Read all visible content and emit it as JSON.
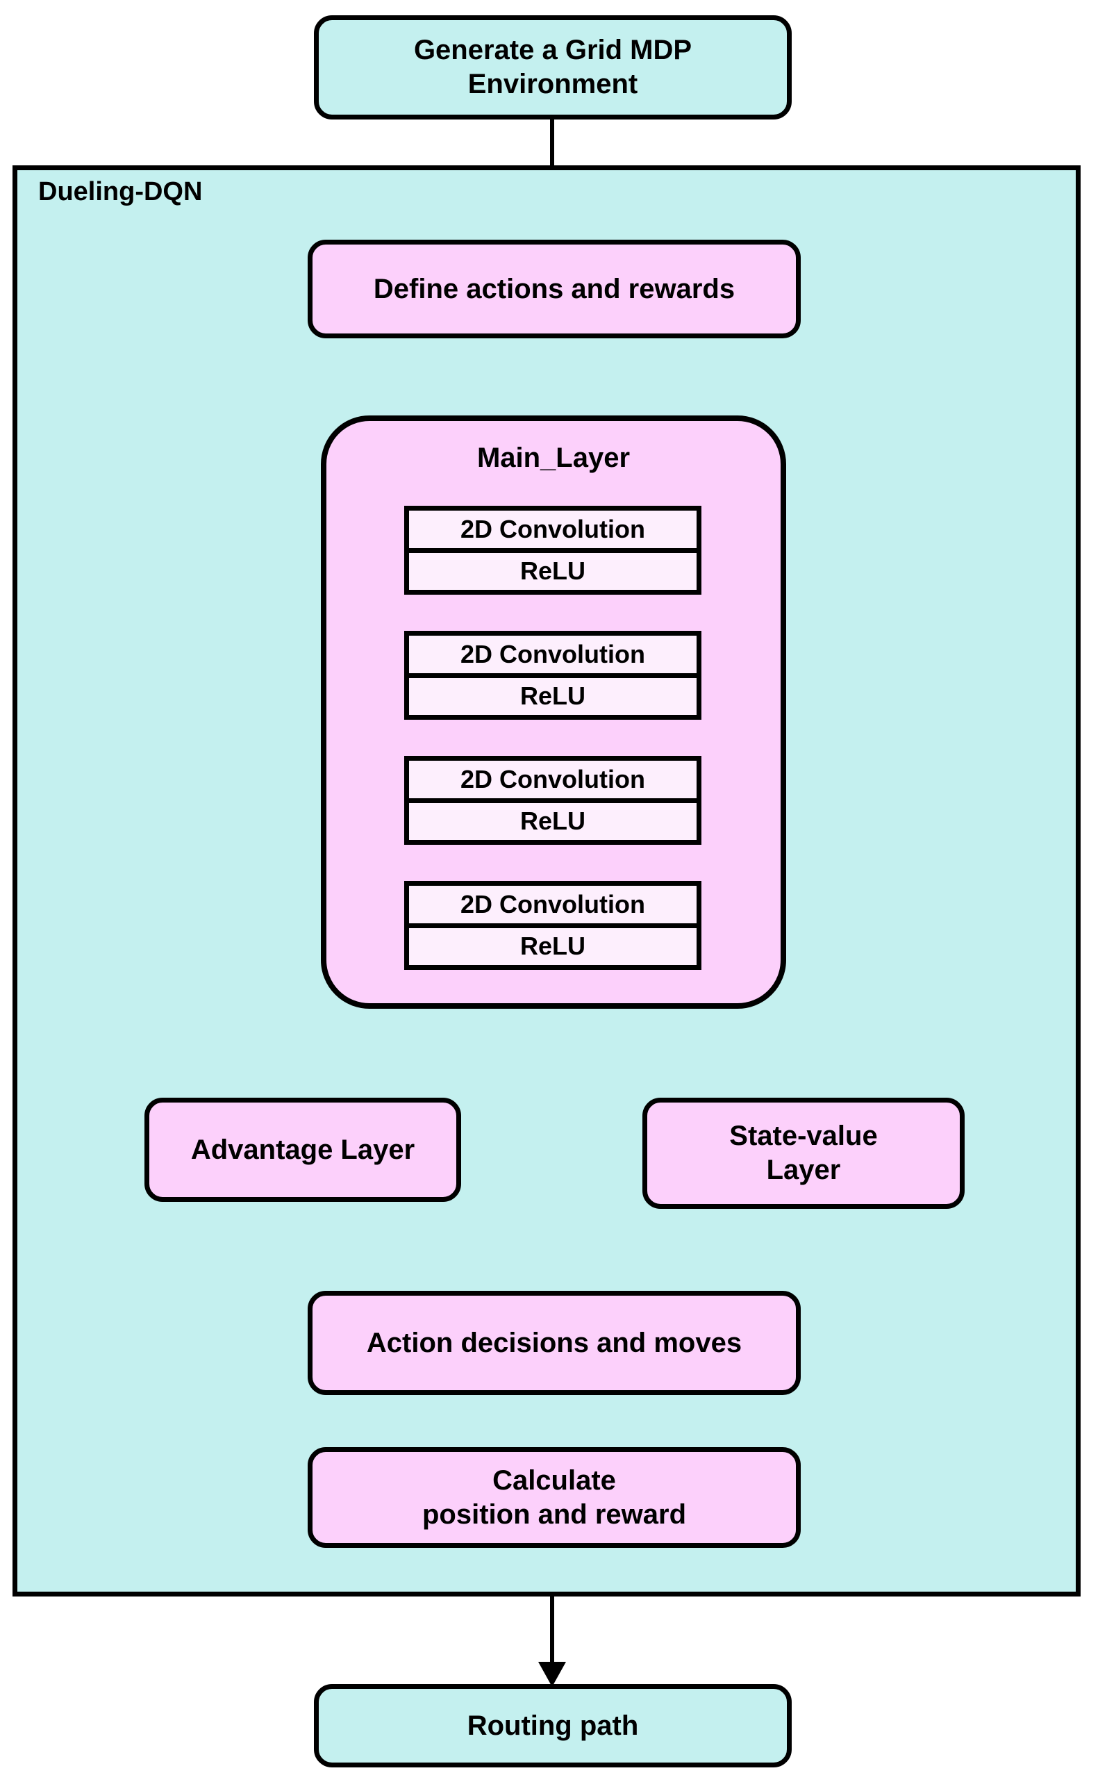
{
  "diagram": {
    "title": "Dueling-DQN routing flowchart",
    "colors": {
      "teal_fill": "#c4f0ef",
      "pink_fill": "#fcd0fb",
      "conv_fill": "#fdeffd",
      "stroke": "#000000",
      "page_background": "#ffffff"
    },
    "container": {
      "label": "Dueling-DQN"
    },
    "nodes": {
      "start": {
        "label_line1": "Generate a Grid MDP",
        "label_line2": "Environment"
      },
      "define": {
        "label": "Define actions and rewards"
      },
      "main_layer": {
        "title": "Main_Layer",
        "blocks": [
          {
            "conv": "2D Convolution",
            "activation": "ReLU"
          },
          {
            "conv": "2D Convolution",
            "activation": "ReLU"
          },
          {
            "conv": "2D Convolution",
            "activation": "ReLU"
          },
          {
            "conv": "2D Convolution",
            "activation": "ReLU"
          }
        ]
      },
      "advantage": {
        "label": "Advantage Layer"
      },
      "state_value": {
        "label_line1": "State-value",
        "label_line2": "Layer"
      },
      "action": {
        "label": "Action decisions and moves"
      },
      "calculate": {
        "label_line1": "Calculate",
        "label_line2": "position and reward"
      },
      "routing": {
        "label": "Routing path"
      }
    },
    "edges": [
      {
        "from": "start",
        "to": "define",
        "kind": "arrow-down"
      },
      {
        "from": "define",
        "to": "main_layer",
        "kind": "arrow-down"
      },
      {
        "from": "main_layer.conv1",
        "to": "main_layer.conv2",
        "kind": "arrow-down"
      },
      {
        "from": "main_layer.conv2",
        "to": "main_layer.conv3",
        "kind": "arrow-down"
      },
      {
        "from": "main_layer.conv3",
        "to": "main_layer.conv4",
        "kind": "arrow-down"
      },
      {
        "from": "main_layer",
        "to": "advantage",
        "kind": "split-arrow-down"
      },
      {
        "from": "main_layer",
        "to": "state_value",
        "kind": "split-arrow-down"
      },
      {
        "from": "advantage",
        "to": "action",
        "kind": "merge-arrow-down"
      },
      {
        "from": "state_value",
        "to": "action",
        "kind": "merge-arrow-down"
      },
      {
        "from": "action",
        "to": "calculate",
        "kind": "arrow-down"
      },
      {
        "from": "calculate",
        "to": "routing",
        "kind": "arrow-down"
      },
      {
        "from": "calculate",
        "to": "define-to-main-link",
        "kind": "feedback-loop-arrow-left"
      }
    ]
  }
}
